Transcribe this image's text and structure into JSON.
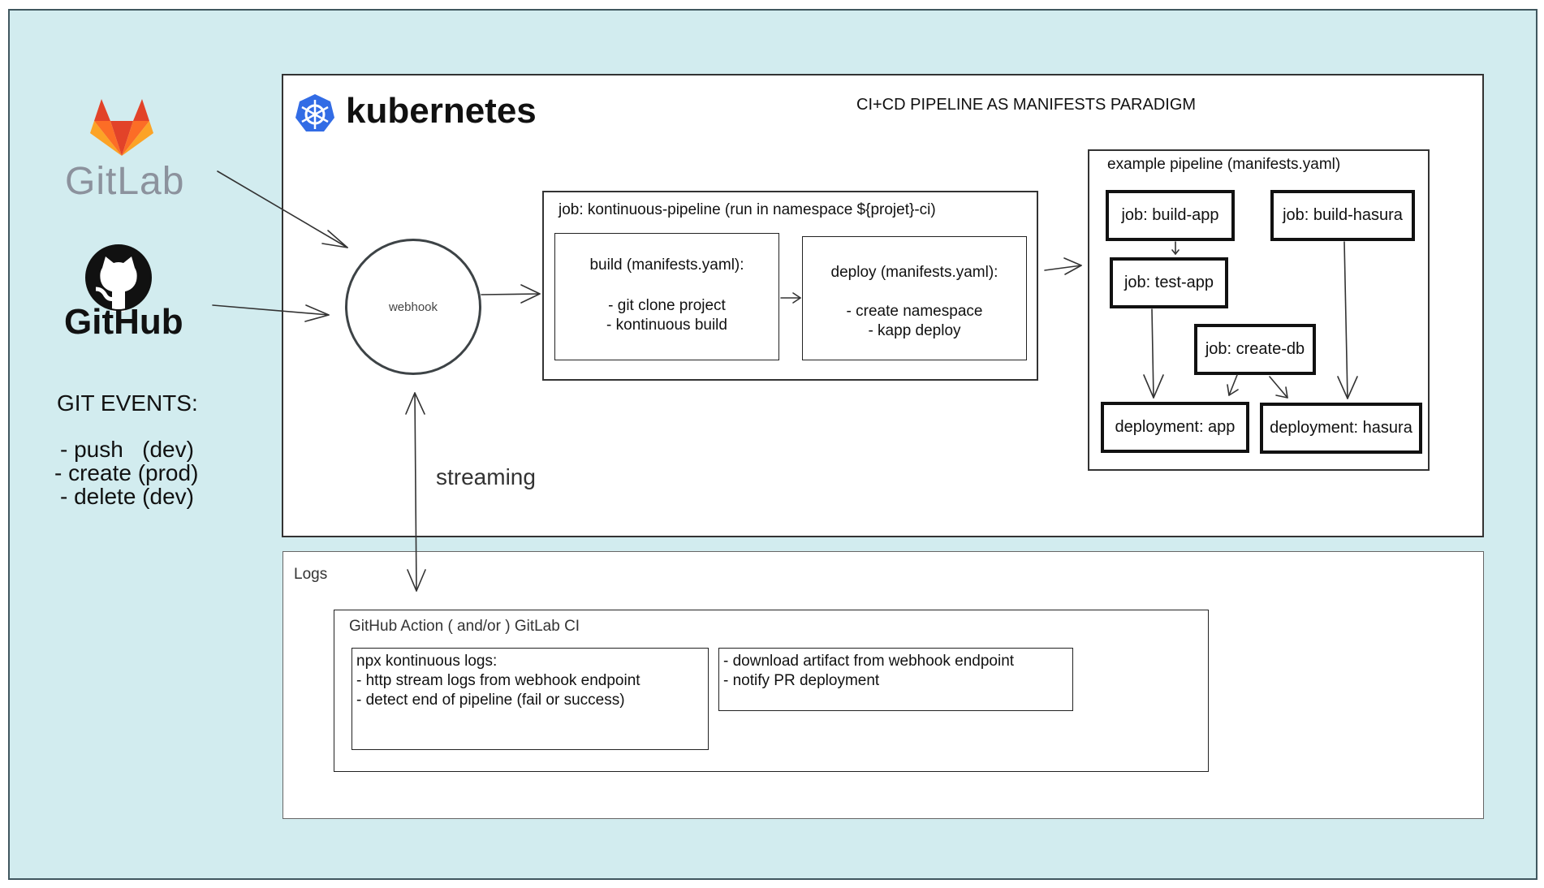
{
  "git_logos": {
    "gitlab": "GitLab",
    "github": "GitHub"
  },
  "git_events": {
    "title": "GIT EVENTS:",
    "items": [
      "- push   (dev)",
      "- create (prod)",
      "- delete (dev)"
    ]
  },
  "kubernetes_panel": {
    "brand": "kubernetes",
    "title": "CI+CD PIPELINE AS MANIFESTS PARADIGM"
  },
  "webhook": {
    "label": "webhook"
  },
  "streaming_label": "streaming",
  "job_pipeline": {
    "title": "job: kontinuous-pipeline (run in namespace ${projet}-ci)",
    "build": {
      "title": "build (manifests.yaml):",
      "lines": "- git clone project\n- kontinuous build"
    },
    "deploy": {
      "title": "deploy (manifests.yaml):",
      "lines": "- create namespace\n- kapp deploy"
    }
  },
  "example_pipeline": {
    "title": "example pipeline (manifests.yaml)",
    "jobs": {
      "build_app": "job: build-app",
      "build_hasura": "job: build-hasura",
      "test_app": "job: test-app",
      "create_db": "job: create-db",
      "deployment_app": "deployment: app",
      "deployment_hasura": "deployment: hasura"
    }
  },
  "logs_panel": {
    "title": "Logs",
    "ci_box": {
      "title": "GitHub Action ( and/or ) GitLab CI",
      "npx_box": "npx kontinuous logs:\n- http stream logs from webhook endpoint\n- detect end of pipeline (fail or success)",
      "artifact_box": "- download artifact from webhook endpoint\n- notify PR deployment"
    }
  },
  "colors": {
    "background": "#d2ecef",
    "border": "#40575f",
    "gitlab_orange": "#fc6d26",
    "gitlab_red": "#e24329",
    "gitlab_yellow": "#fca326",
    "gitlab_text": "#8c929d",
    "kubernetes_blue": "#326ce5"
  }
}
